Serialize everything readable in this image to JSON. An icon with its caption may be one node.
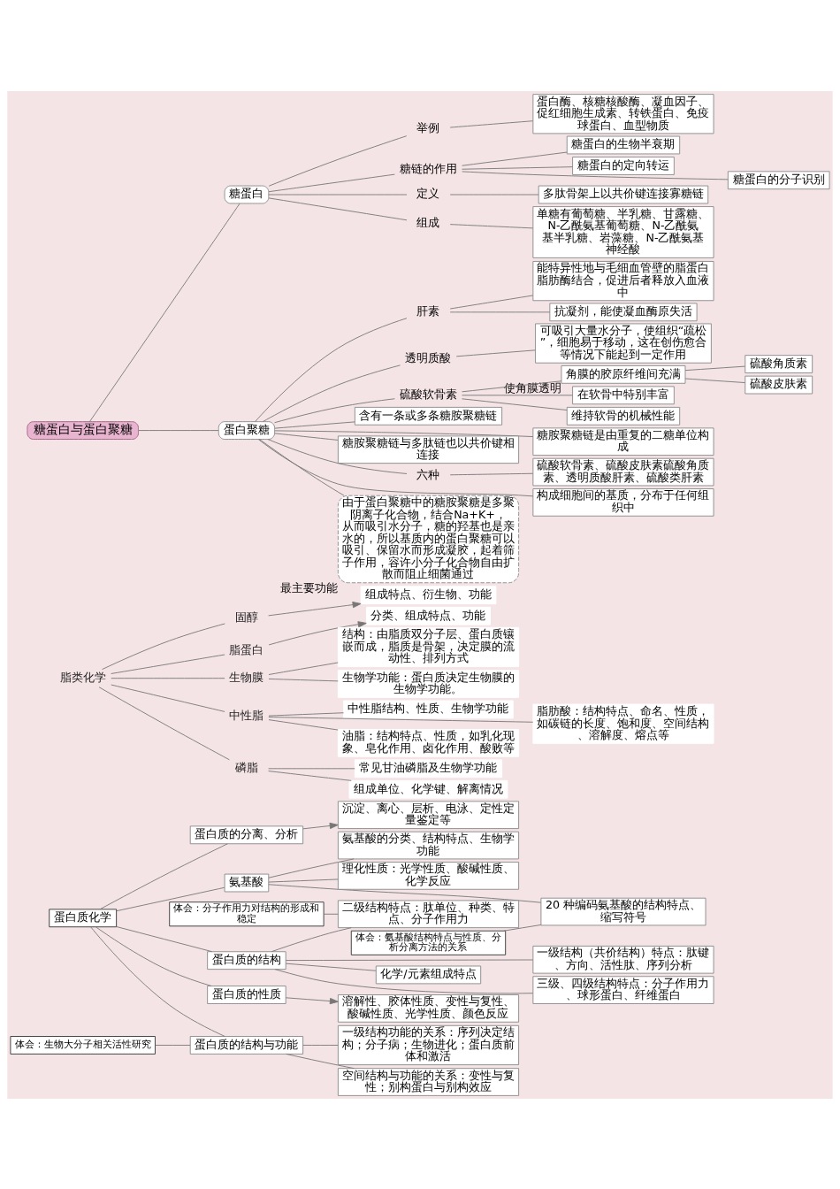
{
  "diagram": {
    "nodes": [
      {
        "text": [
          "糖蛋白与蛋白聚糖"
        ]
      },
      {
        "text": [
          "蛋白聚糖"
        ]
      },
      {
        "text": [
          "含有一条或多条糖胺聚糖链"
        ]
      },
      {
        "text": [
          "糖胺聚糖链是由重复的二糖单位构成"
        ]
      },
      {
        "text": [
          "糖胺聚糖链与多肽链也以共价键相连接"
        ]
      },
      {
        "text": [
          "六种"
        ]
      },
      {
        "text": [
          "硫酸软骨素、硫酸皮肤素硫酸角质素、透明质酸肝素、硫酸类肝素"
        ]
      },
      {
        "text": [
          "构成细胞间的基质，分布于任何组织中"
        ]
      },
      {
        "text": [
          "由于蛋白聚糖中的糖胺聚糖是多聚阴离子化合物，结合Na+K+，从而吸引水分子，糖的羟基也是亲水的，所以基质内的蛋白聚糖可以吸引、保留水而形成凝胶，起着筛子作用，容许小分子化合物自由扩散而阻止细菌通过"
        ],
        "beside": [
          "最主要功能"
        ]
      },
      {
        "text": [
          "肝素"
        ]
      },
      {
        "text": [
          "抗凝剂，能使凝血酶原失活"
        ]
      },
      {
        "text": [
          "能特异性地与毛细血管壁的脂蛋白脂肪酶结合，促进后者释放入血液中"
        ]
      },
      {
        "text": [
          "透明质酸"
        ]
      },
      {
        "text": [
          "可吸引大量水分子，使组织“疏松”，细胞易于移动，这在创伤愈合等情况下能起到一定作用"
        ]
      },
      {
        "text": [
          "硫酸软骨素"
        ]
      },
      {
        "text": [
          "在软骨中特别丰富"
        ]
      },
      {
        "text": [
          "维持软骨的机械性能"
        ]
      },
      {
        "text": [
          "角膜的胶原纤维间充满"
        ],
        "beside": [
          "使角膜透明"
        ]
      },
      {
        "text": [
          "硫酸角质素"
        ]
      },
      {
        "text": [
          "硫酸皮肤素"
        ]
      },
      {
        "text": [
          "糖蛋白"
        ]
      },
      {
        "text": [
          "定义"
        ]
      },
      {
        "text": [
          "多肽骨架上以共价键连接寡糖链"
        ]
      },
      {
        "text": [
          "组成"
        ]
      },
      {
        "text": [
          "单糖有葡萄糖、半乳糖、甘露糖、N-乙酰氨基葡萄糖、N-乙酰氨基半乳糖、岩藻糖、N-乙酰氨基神经酸"
        ]
      },
      {
        "text": [
          "举例"
        ]
      },
      {
        "text": [
          "蛋白酶、核糖核酸酶、凝血因子、促红细胞生成素、转铁蛋白、免疫球蛋白、血型物质"
        ]
      },
      {
        "text": [
          "糖链的作用"
        ]
      },
      {
        "text": [
          "糖蛋白的定向转运"
        ]
      },
      {
        "text": [
          "糖蛋白的分子识别"
        ]
      },
      {
        "text": [
          "糖蛋白的生物半衰期"
        ]
      },
      {
        "text": [
          "脂类化学"
        ]
      },
      {
        "text": [
          "中性脂"
        ]
      },
      {
        "text": [
          "中性脂结构、性质、生物学功能"
        ]
      },
      {
        "text": [
          "脂肪酸：结构特点、命名、性质，如碳链的长度、饱和度、空间结构、溶解度、熔点等"
        ]
      },
      {
        "text": [
          "油脂：结构特点、性质，如乳化现象、皂化作用、卤化作用、酸败等"
        ]
      },
      {
        "text": [
          "磷脂"
        ]
      },
      {
        "text": [
          "常见甘油磷脂及生物学功能"
        ]
      },
      {
        "text": [
          "组成单位、化学键、解离情况"
        ]
      },
      {
        "text": [
          "固醇"
        ]
      },
      {
        "text": [
          "组成特点、衍生物、功能"
        ]
      },
      {
        "text": [
          "脂蛋白"
        ]
      },
      {
        "text": [
          "分类、组成特点、功能"
        ]
      },
      {
        "text": [
          "生物膜"
        ]
      },
      {
        "text": [
          "结构：由脂质双分子层、蛋白质镶嵌而成，脂质是骨架，决定膜的流动性、排列方式"
        ]
      },
      {
        "text": [
          "生物学功能：蛋白质决定生物膜的生物学功能。"
        ]
      },
      {
        "text": [
          "蛋白质化学"
        ]
      },
      {
        "text": [
          "氨基酸"
        ]
      },
      {
        "text": [
          "氨基酸的分类、结构特点、生物学功能"
        ]
      },
      {
        "text": [
          "20 种编码氨基酸的结构特点、缩写符号"
        ]
      },
      {
        "text": [
          "理化性质：光学性质、酸碱性质、化学反应"
        ]
      },
      {
        "text": [
          "体会：氨基酸结构特点与性质、分析分离方法的关系"
        ]
      },
      {
        "text": [
          "蛋白质的结构"
        ]
      },
      {
        "text": [
          "化学/元素组成特点"
        ]
      },
      {
        "text": [
          "一级结构（共价结构）特点：肽键、方向、活性肽、序列分析"
        ]
      },
      {
        "text": [
          "二级结构特点：肽单位、种类、特点、分子作用力"
        ]
      },
      {
        "text": [
          "三级、四级结构特点：分子作用力、球形蛋白、纤维蛋白"
        ]
      },
      {
        "text": [
          "体会：分子作用力对结构的形成和稳定"
        ]
      },
      {
        "text": [
          "蛋白质的性质"
        ]
      },
      {
        "text": [
          "溶解性、胶体性质、变性与复性、酸碱性质、光学性质、颜色反应"
        ]
      },
      {
        "text": [
          "蛋白质的分离、分析"
        ]
      },
      {
        "text": [
          "沉淀、离心、层析、电泳、定性定量鉴定等"
        ]
      },
      {
        "text": [
          "蛋白质的结构与功能"
        ]
      },
      {
        "text": [
          "一级结构功能的关系：序列决定结构；分子病；生物进化；蛋白质前体和激活"
        ]
      },
      {
        "text": [
          "空间结构与功能的关系：变性与复性；别构蛋白与别构效应"
        ]
      },
      {
        "text": [
          "体会：生物大分子相关活性研究"
        ]
      }
    ],
    "edges": [
      {
        "from": 0,
        "to": 1,
        "arrow": "none"
      },
      {
        "from": 1,
        "to": 2,
        "arrow": "none"
      },
      {
        "from": 1,
        "to": 3,
        "arrow": "none"
      },
      {
        "from": 1,
        "to": 4,
        "arrow": "none"
      },
      {
        "from": 1,
        "to": 5,
        "arrow": "none"
      },
      {
        "from": 5,
        "to": 6,
        "arrow": "none"
      },
      {
        "from": 1,
        "to": 7,
        "arrow": "none"
      },
      {
        "from": 1,
        "to": 8,
        "arrow": "none"
      },
      {
        "from": 1,
        "to": 9,
        "arrow": "none"
      },
      {
        "from": 9,
        "to": 10,
        "arrow": "none"
      },
      {
        "from": 9,
        "to": 11,
        "arrow": "none"
      },
      {
        "from": 1,
        "to": 12,
        "arrow": "none"
      },
      {
        "from": 12,
        "to": 13,
        "arrow": "none"
      },
      {
        "from": 1,
        "to": 14,
        "arrow": "none"
      },
      {
        "from": 14,
        "to": 15,
        "arrow": "none"
      },
      {
        "from": 14,
        "to": 16,
        "arrow": "none"
      },
      {
        "from": 14,
        "to": 17,
        "arrow": "none"
      },
      {
        "from": 17,
        "to": 18,
        "arrow": "none"
      },
      {
        "from": 17,
        "to": 19,
        "arrow": "none"
      },
      {
        "from": 0,
        "to": 20,
        "arrow": "none"
      },
      {
        "from": 20,
        "to": 21,
        "arrow": "none"
      },
      {
        "from": 21,
        "to": 22,
        "arrow": "none"
      },
      {
        "from": 20,
        "to": 23,
        "arrow": "none"
      },
      {
        "from": 23,
        "to": 24,
        "arrow": "none"
      },
      {
        "from": 20,
        "to": 25,
        "arrow": "none"
      },
      {
        "from": 25,
        "to": 26,
        "arrow": "none"
      },
      {
        "from": 20,
        "to": 27,
        "arrow": "none"
      },
      {
        "from": 27,
        "to": 28,
        "arrow": "none"
      },
      {
        "from": 27,
        "to": 29,
        "arrow": "none"
      },
      {
        "from": 27,
        "to": 30,
        "arrow": "none"
      },
      {
        "from": 31,
        "to": 32,
        "arrow": "none"
      },
      {
        "from": 32,
        "to": 33,
        "arrow": "none"
      },
      {
        "from": 32,
        "to": 34,
        "arrow": "none"
      },
      {
        "from": 32,
        "to": 35,
        "arrow": "none"
      },
      {
        "from": 31,
        "to": 36,
        "arrow": "none"
      },
      {
        "from": 36,
        "to": 37,
        "arrow": "none"
      },
      {
        "from": 36,
        "to": 38,
        "arrow": "none"
      },
      {
        "from": 31,
        "to": 39,
        "arrow": "none"
      },
      {
        "from": 39,
        "to": 40,
        "arrow": "to"
      },
      {
        "from": 31,
        "to": 41,
        "arrow": "none"
      },
      {
        "from": 41,
        "to": 42,
        "arrow": "to"
      },
      {
        "from": 31,
        "to": 43,
        "arrow": "none"
      },
      {
        "from": 43,
        "to": 44,
        "arrow": "none"
      },
      {
        "from": 43,
        "to": 45,
        "arrow": "none"
      },
      {
        "from": 46,
        "to": 47,
        "arrow": "none"
      },
      {
        "from": 47,
        "to": 48,
        "arrow": "none"
      },
      {
        "from": 47,
        "to": 49,
        "arrow": "none"
      },
      {
        "from": 47,
        "to": 50,
        "arrow": "none"
      },
      {
        "from": 51,
        "to": 49,
        "arrow": "none"
      },
      {
        "from": 46,
        "to": 52,
        "arrow": "none"
      },
      {
        "from": 52,
        "to": 53,
        "arrow": "none"
      },
      {
        "from": 52,
        "to": 54,
        "arrow": "none"
      },
      {
        "from": 52,
        "to": 55,
        "arrow": "none"
      },
      {
        "from": 52,
        "to": 56,
        "arrow": "none"
      },
      {
        "from": 57,
        "to": 55,
        "arrow": "none"
      },
      {
        "from": 46,
        "to": 58,
        "arrow": "none"
      },
      {
        "from": 58,
        "to": 59,
        "arrow": "to"
      },
      {
        "from": 46,
        "to": 60,
        "arrow": "none"
      },
      {
        "from": 60,
        "to": 61,
        "arrow": "to"
      },
      {
        "from": 46,
        "to": 62,
        "arrow": "none"
      },
      {
        "from": 62,
        "to": 63,
        "arrow": "none"
      },
      {
        "from": 62,
        "to": 64,
        "arrow": "none"
      },
      {
        "from": 65,
        "to": 62,
        "arrow": "none"
      }
    ]
  }
}
